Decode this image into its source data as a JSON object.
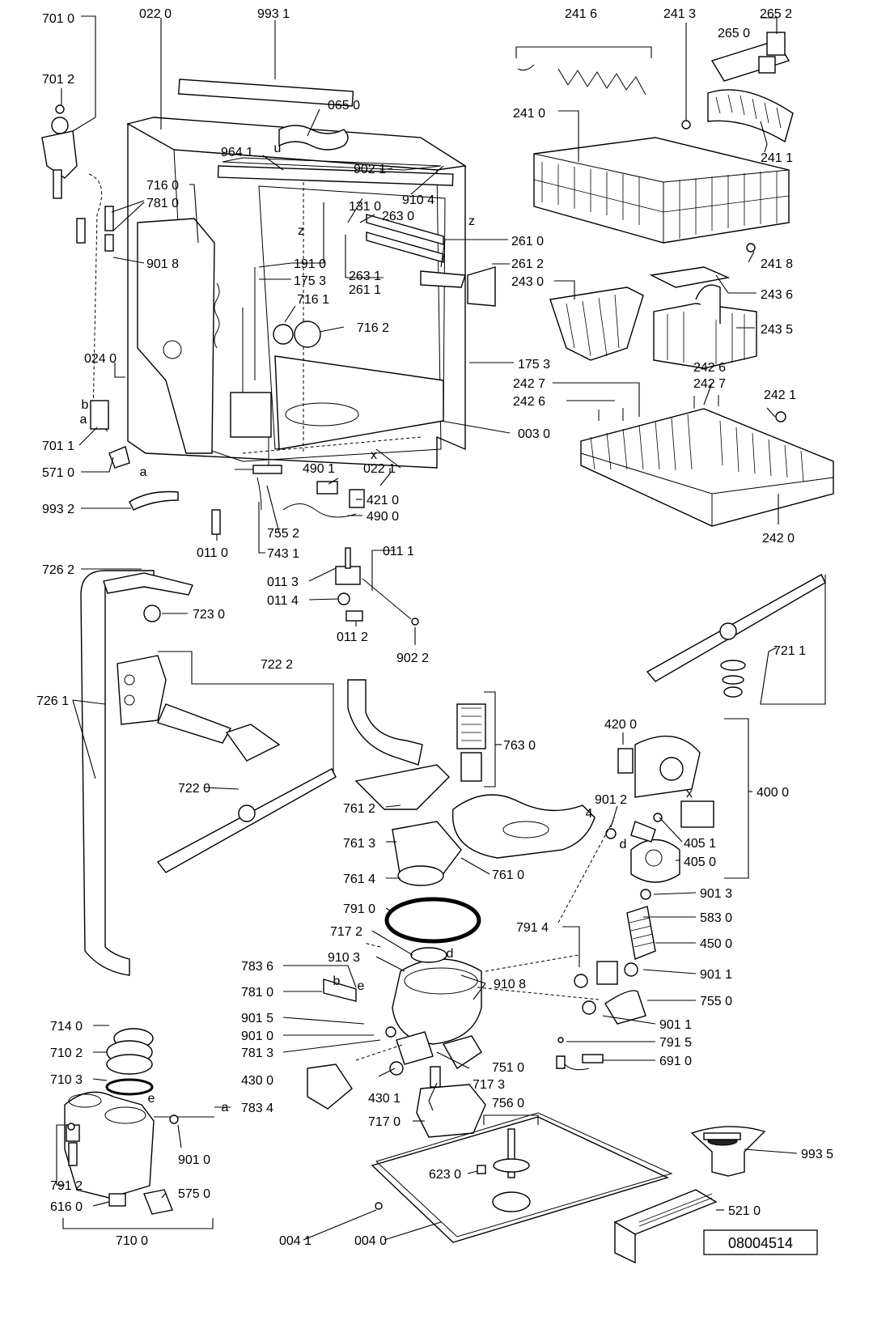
{
  "diagram": {
    "labels": [
      "701 0",
      "022 0",
      "993 1",
      "241 6",
      "241 3",
      "265 2",
      "265 0",
      "701 2",
      "065 0",
      "241 0",
      "964 1",
      "902 1",
      "910 4",
      "716 0",
      "781 0",
      "131 0",
      "263 0",
      "241 1",
      "261 0",
      "901 8",
      "191 0",
      "263 1",
      "261 2",
      "241 8",
      "175 3",
      "261 1",
      "243 0",
      "243 6",
      "716 1",
      "716 2",
      "243 5",
      "024 0",
      "175 3",
      "242 6",
      "242 7",
      "242 6",
      "242 7",
      "242 1",
      "701 1",
      "003 0",
      "571 0",
      "022 1",
      "490 1",
      "421 0",
      "993 2",
      "490 0",
      "755 2",
      "011 0",
      "743 1",
      "242 0",
      "726 2",
      "011 1",
      "011 3",
      "011 4",
      "723 0",
      "011 2",
      "902 2",
      "721 1",
      "722 2",
      "726 1",
      "763 0",
      "420 0",
      "400 0",
      "722 0",
      "761 2",
      "901 2",
      "405 1",
      "761 3",
      "405 0",
      "761 4",
      "761 0",
      "901 3",
      "791 0",
      "583 0",
      "791 4",
      "717 2",
      "450 0",
      "910 3",
      "783 6",
      "910 8",
      "901 1",
      "781 0",
      "755 0",
      "901 5",
      "901 1",
      "901 0",
      "791 5",
      "714 0",
      "781 3",
      "691 0",
      "710 2",
      "751 0",
      "430 0",
      "717 3",
      "710 3",
      "783 4",
      "430 1",
      "756 0",
      "717 0",
      "901 0",
      "993 5",
      "623 0",
      "791 2",
      "575 0",
      "616 0",
      "521 0",
      "004 1",
      "004 0",
      "710 0"
    ],
    "letters": [
      "b",
      "a",
      "a",
      "u",
      "z",
      "z",
      "x",
      "x",
      "4",
      "d",
      "b",
      "e",
      "e",
      "a",
      "d"
    ],
    "reference": "08004514"
  }
}
